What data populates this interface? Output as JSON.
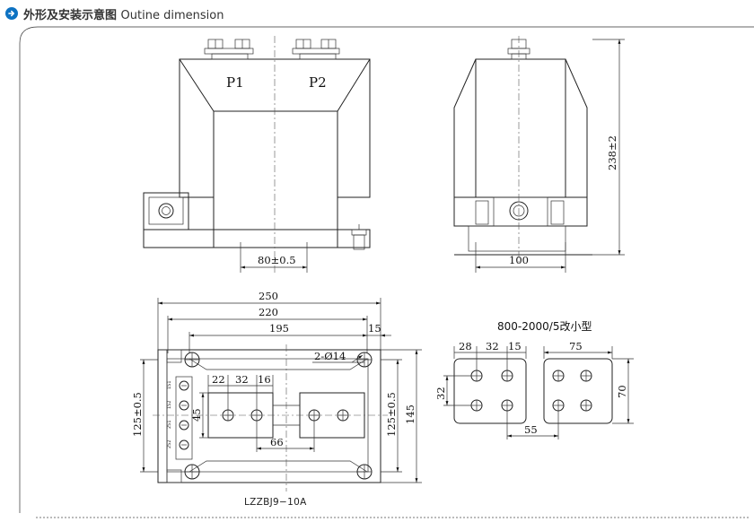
{
  "header": {
    "title_cn": "外形及安装示意图",
    "title_en": "Outine dimension",
    "icon": "arrow-right-circle-icon",
    "icon_color": "#0d72c2"
  },
  "front_view": {
    "terminal_left": "P1",
    "terminal_right": "P2",
    "base_dim": "80±0.5"
  },
  "side_view": {
    "height_dim": "238±2",
    "width_dim": "100"
  },
  "plan_view": {
    "dim_250": "250",
    "dim_220": "220",
    "dim_195": "195",
    "dim_15": "15",
    "holes_label": "2-Ø14",
    "dim_22": "22",
    "dim_32": "32",
    "dim_16": "16",
    "dim_45": "45",
    "dim_66": "66",
    "dim_125_left": "125±0.5",
    "dim_125_right": "125±0.5",
    "dim_145": "145",
    "secondary_terminals": [
      "1S1",
      "1S2",
      "2S1",
      "2S2"
    ],
    "model": "LZZBJ9−10A"
  },
  "small_view": {
    "title": "800-2000/5改小型",
    "dim_28": "28",
    "dim_32_top": "32",
    "dim_15": "15",
    "dim_75": "75",
    "dim_32_side": "32",
    "dim_70": "70",
    "dim_55": "55"
  }
}
